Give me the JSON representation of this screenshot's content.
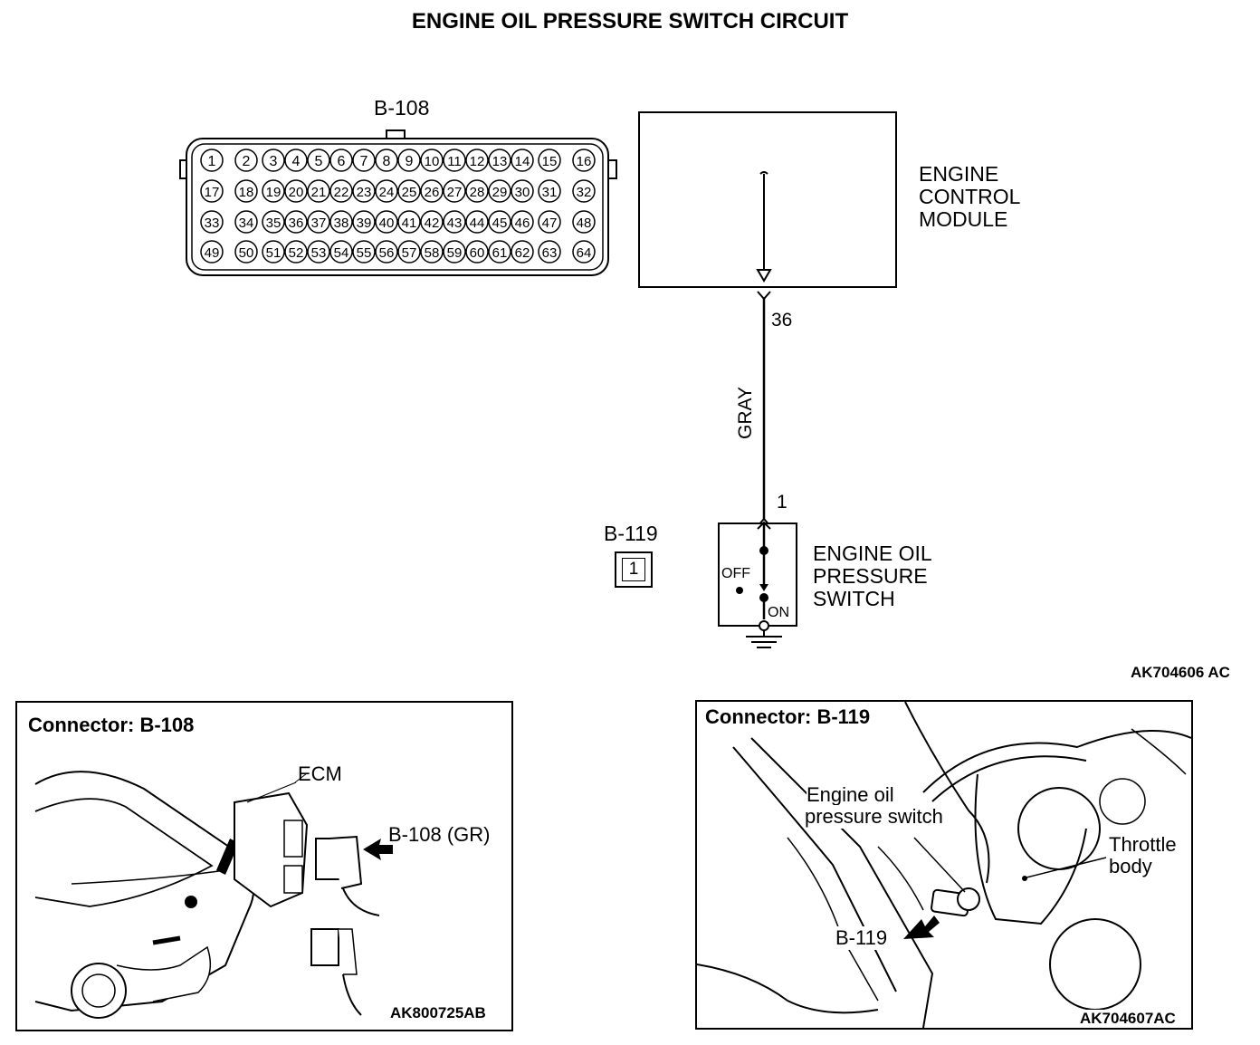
{
  "title": "ENGINE OIL PRESSURE SWITCH CIRCUIT",
  "connector_b108": {
    "label": "B-108",
    "pins": [
      [
        "1",
        "2",
        "3",
        "4",
        "5",
        "6",
        "7",
        "8",
        "9",
        "10",
        "11",
        "12",
        "13",
        "14",
        "15",
        "16"
      ],
      [
        "17",
        "18",
        "19",
        "20",
        "21",
        "22",
        "23",
        "24",
        "25",
        "26",
        "27",
        "28",
        "29",
        "30",
        "31",
        "32"
      ],
      [
        "33",
        "34",
        "35",
        "36",
        "37",
        "38",
        "39",
        "40",
        "41",
        "42",
        "43",
        "44",
        "45",
        "46",
        "47",
        "48"
      ],
      [
        "49",
        "50",
        "51",
        "52",
        "53",
        "54",
        "55",
        "56",
        "57",
        "58",
        "59",
        "60",
        "61",
        "62",
        "63",
        "64"
      ]
    ]
  },
  "ecm": {
    "line1": "ENGINE",
    "line2": "CONTROL",
    "line3": "MODULE"
  },
  "wire": {
    "ecm_terminal": "36",
    "color": "GRAY",
    "switch_terminal": "1"
  },
  "connector_b119": {
    "label": "B-119",
    "pin": "1"
  },
  "switch": {
    "line1": "ENGINE OIL",
    "line2": "PRESSURE",
    "line3": "SWITCH",
    "off": "OFF",
    "on": "ON"
  },
  "diagram_ref": "AK704606 AC",
  "panel_left": {
    "title": "Connector: B-108",
    "ecm_label": "ECM",
    "connector_label": "B-108 (GR)",
    "ref": "AK800725AB"
  },
  "panel_right": {
    "title": "Connector: B-119",
    "switch_label_1": "Engine oil",
    "switch_label_2": "pressure switch",
    "throttle_label_1": "Throttle",
    "throttle_label_2": "body",
    "connector_label": "B-119",
    "ref": "AK704607AC"
  }
}
